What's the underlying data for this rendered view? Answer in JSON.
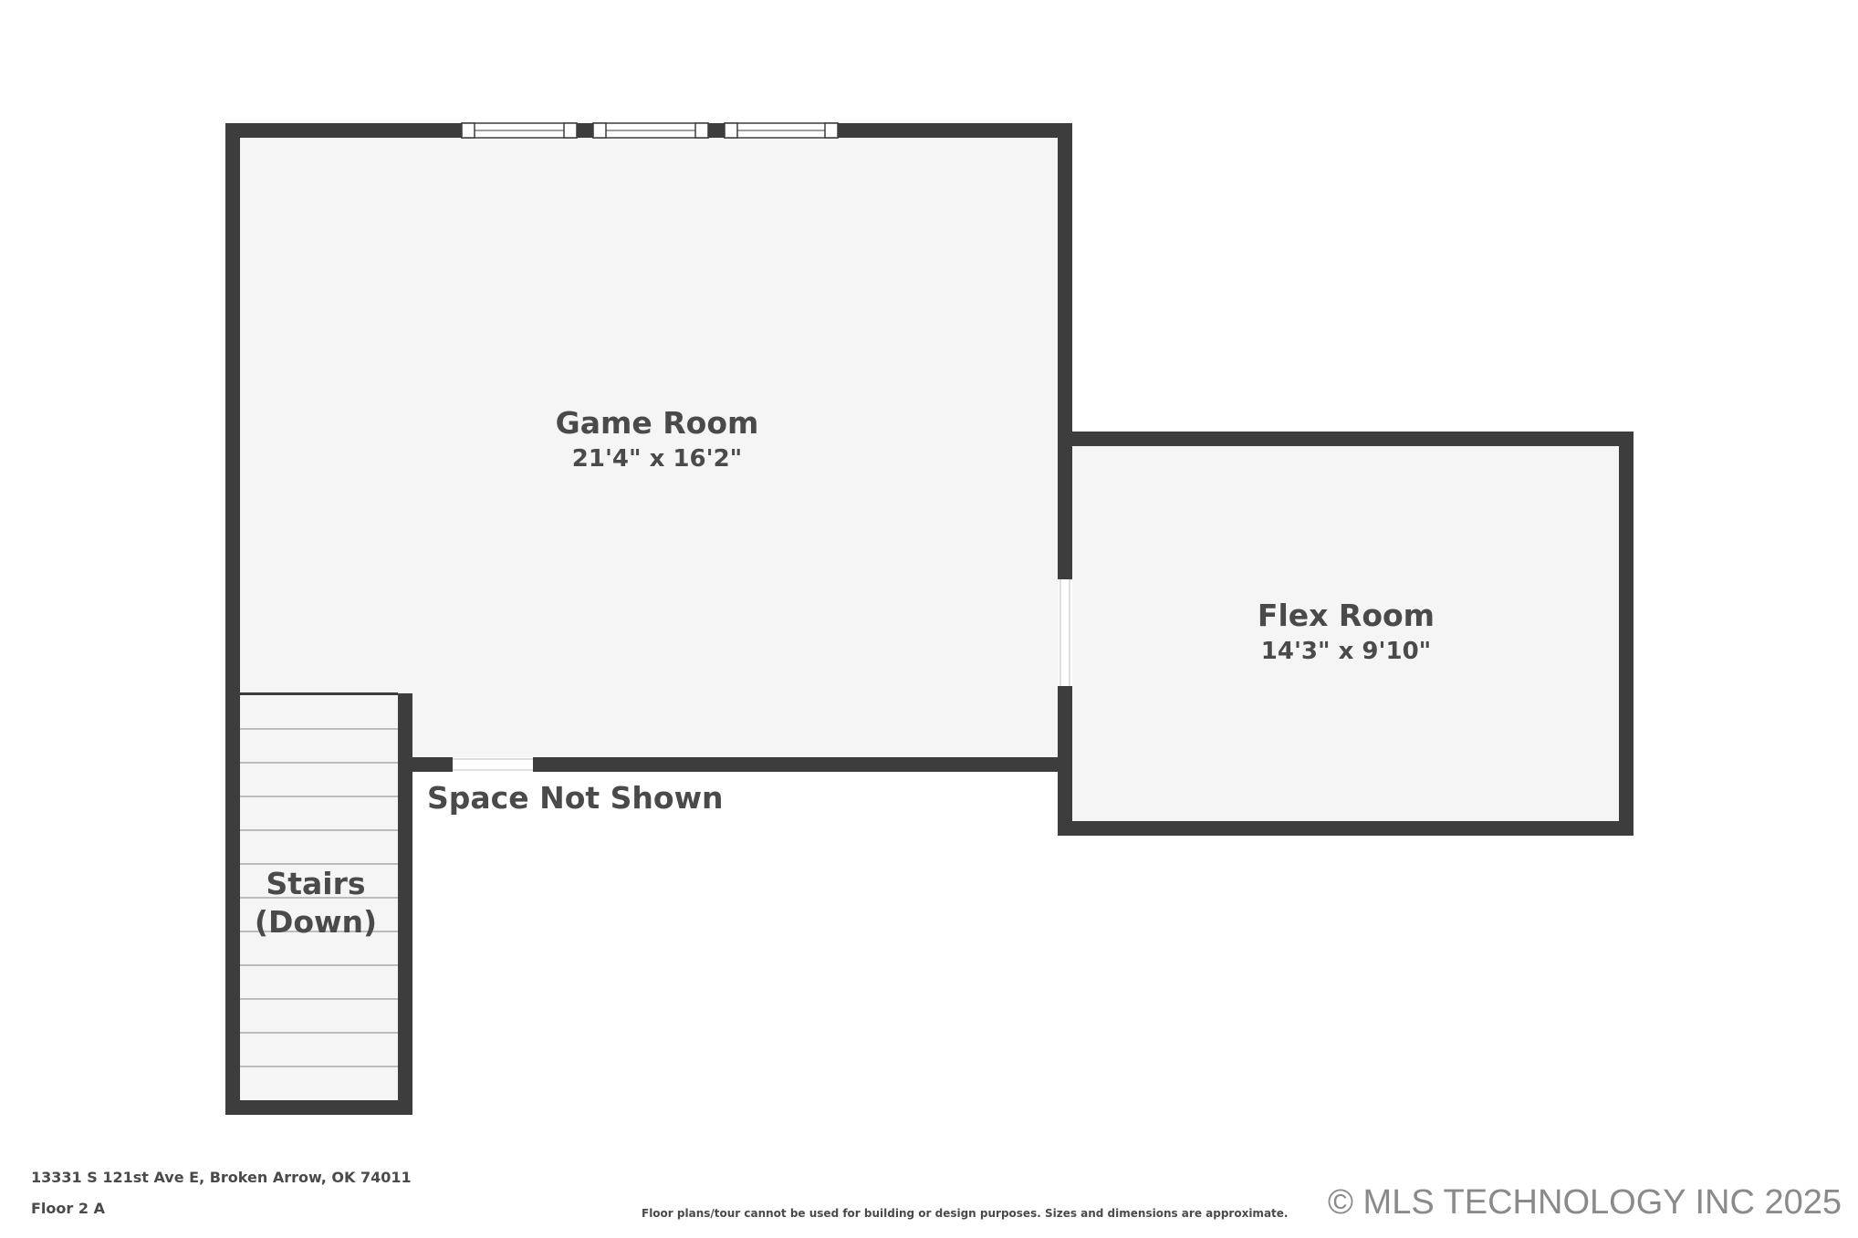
{
  "rooms": {
    "game_room": {
      "name": "Game Room",
      "dimensions": "21'4\" x 16'2\""
    },
    "flex_room": {
      "name": "Flex Room",
      "dimensions": "14'3\" x 9'10\""
    },
    "stairs": {
      "line1": "Stairs",
      "line2": "(Down)"
    }
  },
  "labels": {
    "space_not_shown": "Space Not Shown"
  },
  "footer": {
    "address": "13331 S 121st Ave E, Broken Arrow, OK 74011",
    "floor": "Floor 2 A",
    "disclaimer": "Floor plans/tour cannot be used for building or design purposes. Sizes and dimensions are approximate.",
    "copyright": "© MLS TECHNOLOGY INC 2025"
  },
  "colors": {
    "wall": "#3d3d3d",
    "floor": "#f5f5f5",
    "text": "#4a4a4a",
    "watermark": "#8a8a8a"
  }
}
